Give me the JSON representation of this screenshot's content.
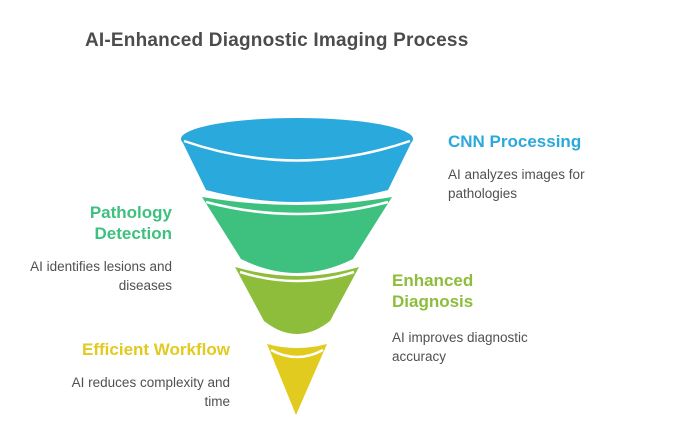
{
  "title": "AI-Enhanced Diagnostic Imaging Process",
  "stages": [
    {
      "id": "cnn-processing",
      "heading": "CNN Processing",
      "description": "AI analyzes images for\npathologies",
      "color": "#29A9DC",
      "side": "right"
    },
    {
      "id": "pathology-detection",
      "heading": "Pathology\nDetection",
      "description": "AI identifies lesions and\ndiseases",
      "color": "#3EC17F",
      "side": "left"
    },
    {
      "id": "enhanced-diagnosis",
      "heading": "Enhanced\nDiagnosis",
      "description": "AI improves diagnostic\naccuracy",
      "color": "#8DBD3B",
      "side": "right"
    },
    {
      "id": "efficient-workflow",
      "heading": "Efficient Workflow",
      "description": "AI reduces complexity and\ntime",
      "color": "#E0CB1E",
      "side": "left"
    }
  ],
  "text_colors": {
    "title": "#4C4C4C",
    "description": "#505050"
  },
  "background": "#FFFFFF"
}
